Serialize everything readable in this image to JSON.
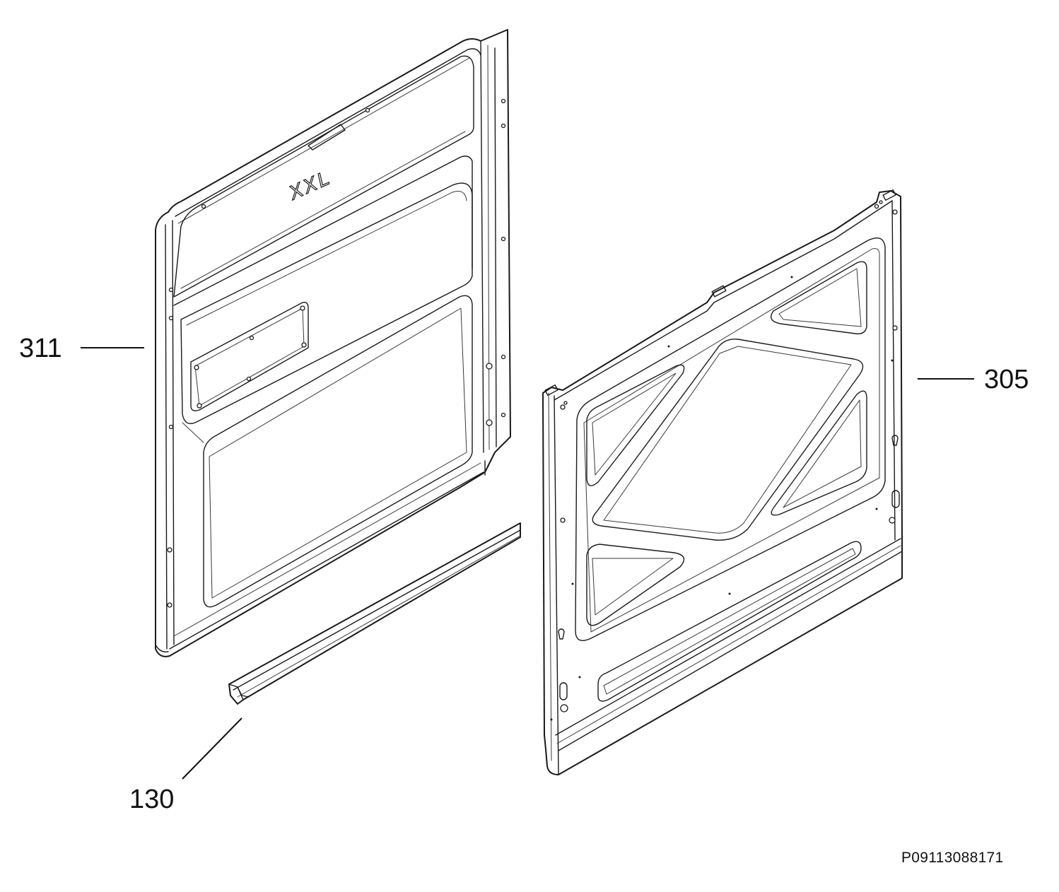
{
  "parts": [
    {
      "key": "inner_door_panel",
      "label": "311"
    },
    {
      "key": "door_strip",
      "label": "130"
    },
    {
      "key": "outer_door_panel",
      "label": "305"
    }
  ],
  "panel_embossing": "XXL",
  "drawing_id": "P09113088171"
}
